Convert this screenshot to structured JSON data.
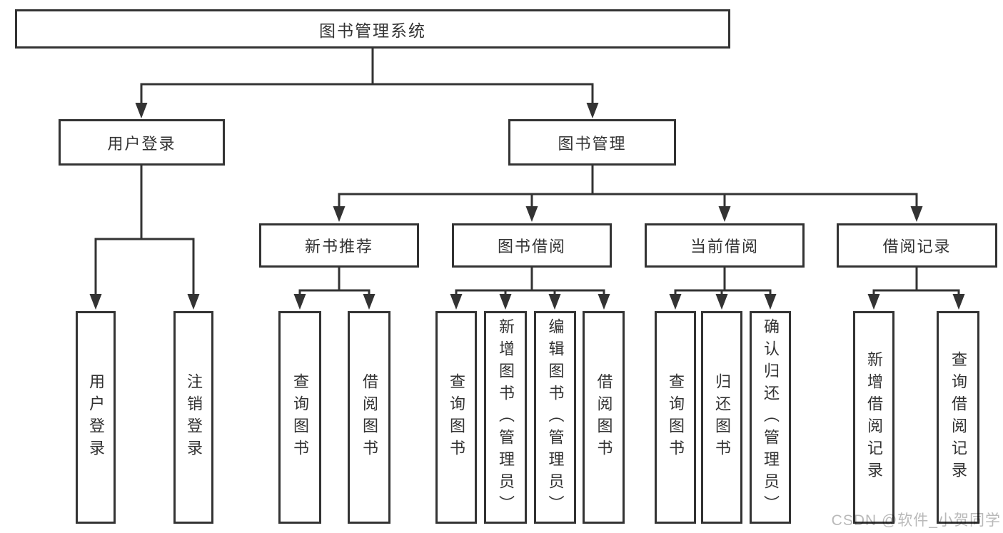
{
  "diagram": {
    "title": "图书管理系统",
    "colors": {
      "line": "#333333",
      "box_border": "#333333",
      "text": "#333333",
      "background": "#ffffff",
      "watermark": "#b9b9b9"
    },
    "nodes": {
      "root": "图书管理系统",
      "level2": [
        "用户登录",
        "图书管理"
      ],
      "level3": [
        "新书推荐",
        "图书借阅",
        "当前借阅",
        "借阅记录"
      ],
      "leaves_user": [
        "用户登录",
        "注销登录"
      ],
      "leaves_newbook": [
        "查询图书",
        "借阅图书"
      ],
      "leaves_borrow": [
        "查询图书",
        "新增图书（管理员）",
        "编辑图书（管理员）",
        "借阅图书"
      ],
      "leaves_current": [
        "查询图书",
        "归还图书",
        "确认归还（管理员）"
      ],
      "leaves_records": [
        "新增借阅记录",
        "查询借阅记录"
      ]
    },
    "watermark": "CSDN @软件_小贺同学"
  }
}
